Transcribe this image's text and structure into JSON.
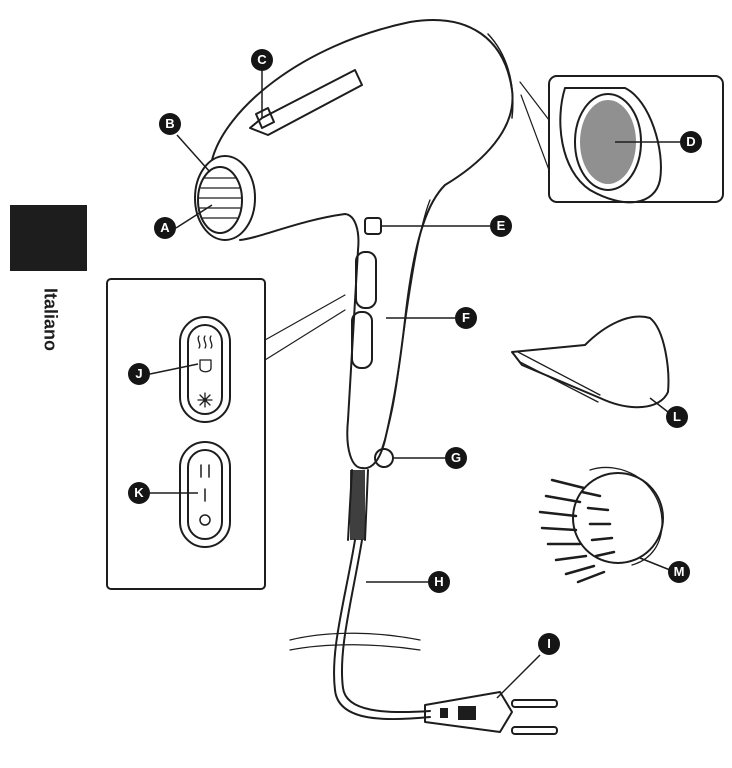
{
  "side_label": "Italiano",
  "callouts": {
    "A": "A",
    "B": "B",
    "C": "C",
    "D": "D",
    "E": "E",
    "F": "F",
    "G": "G",
    "H": "H",
    "I": "I",
    "J": "J",
    "K": "K",
    "L": "L",
    "M": "M"
  },
  "colors": {
    "line": "#1d1d1d",
    "marker": "#151515",
    "mesh": "#555555"
  }
}
